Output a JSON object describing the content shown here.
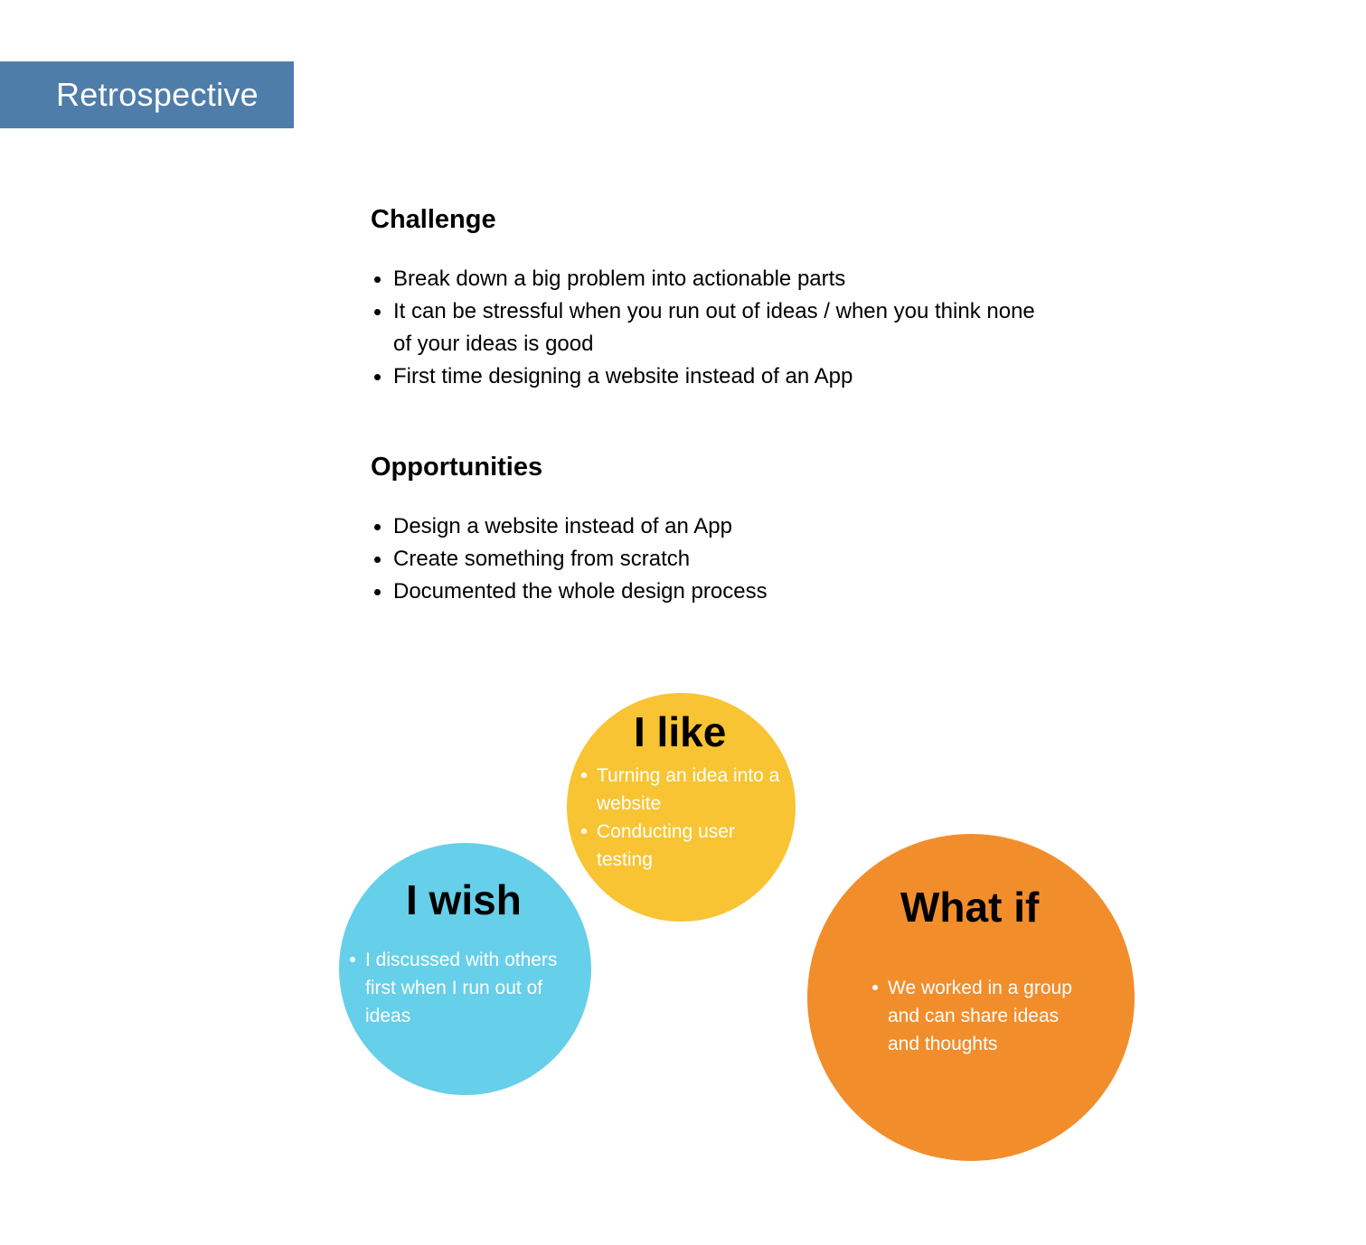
{
  "header": {
    "title": "Retrospective",
    "color": "#4f7daa"
  },
  "challenge": {
    "heading": "Challenge",
    "items": [
      "Break down a big problem into actionable parts",
      "It can be stressful when you run out of ideas / when you think none of your ideas is good",
      "First time designing a website instead of an App"
    ]
  },
  "opportunities": {
    "heading": "Opportunities",
    "items": [
      "Design a website instead of an App",
      "Create something from scratch",
      "Documented the whole design process"
    ]
  },
  "circles": {
    "like": {
      "title": "I like",
      "color": "#f9c433",
      "items": [
        "Turning an idea into a website",
        "Conducting user testing"
      ]
    },
    "wish": {
      "title": "I wish",
      "color": "#66cfea",
      "items": [
        "I discussed with others first when I run out of ideas"
      ]
    },
    "whatif": {
      "title": "What if",
      "color": "#f28d2b",
      "items": [
        "We worked in a group and can share ideas and thoughts"
      ]
    }
  }
}
